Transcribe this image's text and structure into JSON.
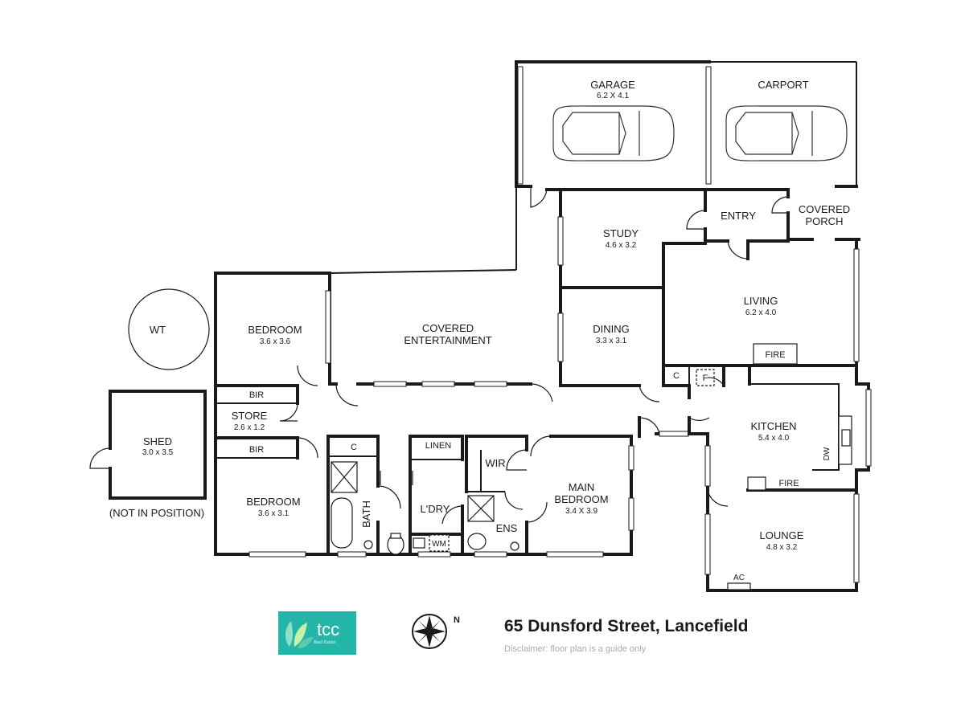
{
  "address": "65 Dunsford Street, Lancefield",
  "disclaimer": "Disclaimer: floor plan is a guide only",
  "logo": {
    "brand": "tcc",
    "tagline": "Real Estate",
    "color": "#23b5a8"
  },
  "compass": {
    "label": "N"
  },
  "rooms": {
    "garage": {
      "name": "GARAGE",
      "dims": "6.2 X 4.1"
    },
    "carport": {
      "name": "CARPORT"
    },
    "study": {
      "name": "STUDY",
      "dims": "4.6 x 3.2"
    },
    "entry": {
      "name": "ENTRY"
    },
    "covered_porch": {
      "name1": "COVERED",
      "name2": "PORCH"
    },
    "living": {
      "name": "LIVING",
      "dims": "6.2 x 4.0"
    },
    "dining": {
      "name": "DINING",
      "dims": "3.3 x 3.1"
    },
    "covered_entertainment": {
      "name1": "COVERED",
      "name2": "ENTERTAINMENT"
    },
    "bedroom1": {
      "name": "BEDROOM",
      "dims": "3.6 x 3.6"
    },
    "bedroom2": {
      "name": "BEDROOM",
      "dims": "3.6 x 3.1"
    },
    "store": {
      "name": "STORE",
      "dims": "2.6 x 1.2"
    },
    "bir1": {
      "name": "BIR"
    },
    "bir2": {
      "name": "BIR"
    },
    "shed": {
      "name": "SHED",
      "dims": "3.0 x 3.5",
      "note": "(NOT IN POSITION)"
    },
    "wt": {
      "name": "WT"
    },
    "bath": {
      "name": "BATH"
    },
    "linen": {
      "name": "LINEN"
    },
    "laundry": {
      "name": "L'DRY"
    },
    "wir": {
      "name": "WIR"
    },
    "ens": {
      "name": "ENS"
    },
    "main_bedroom": {
      "name1": "MAIN",
      "name2": "BEDROOM",
      "dims": "3.4 X 3.9"
    },
    "kitchen": {
      "name": "KITCHEN",
      "dims": "5.4 x 4.0"
    },
    "lounge": {
      "name": "LOUNGE",
      "dims": "4.8 x 3.2"
    }
  },
  "fixtures": {
    "fire1": "FIRE",
    "fire2": "FIRE",
    "c1": "C",
    "c2": "C",
    "f": "F",
    "dw": "DW",
    "wm": "WM",
    "ac": "AC"
  }
}
